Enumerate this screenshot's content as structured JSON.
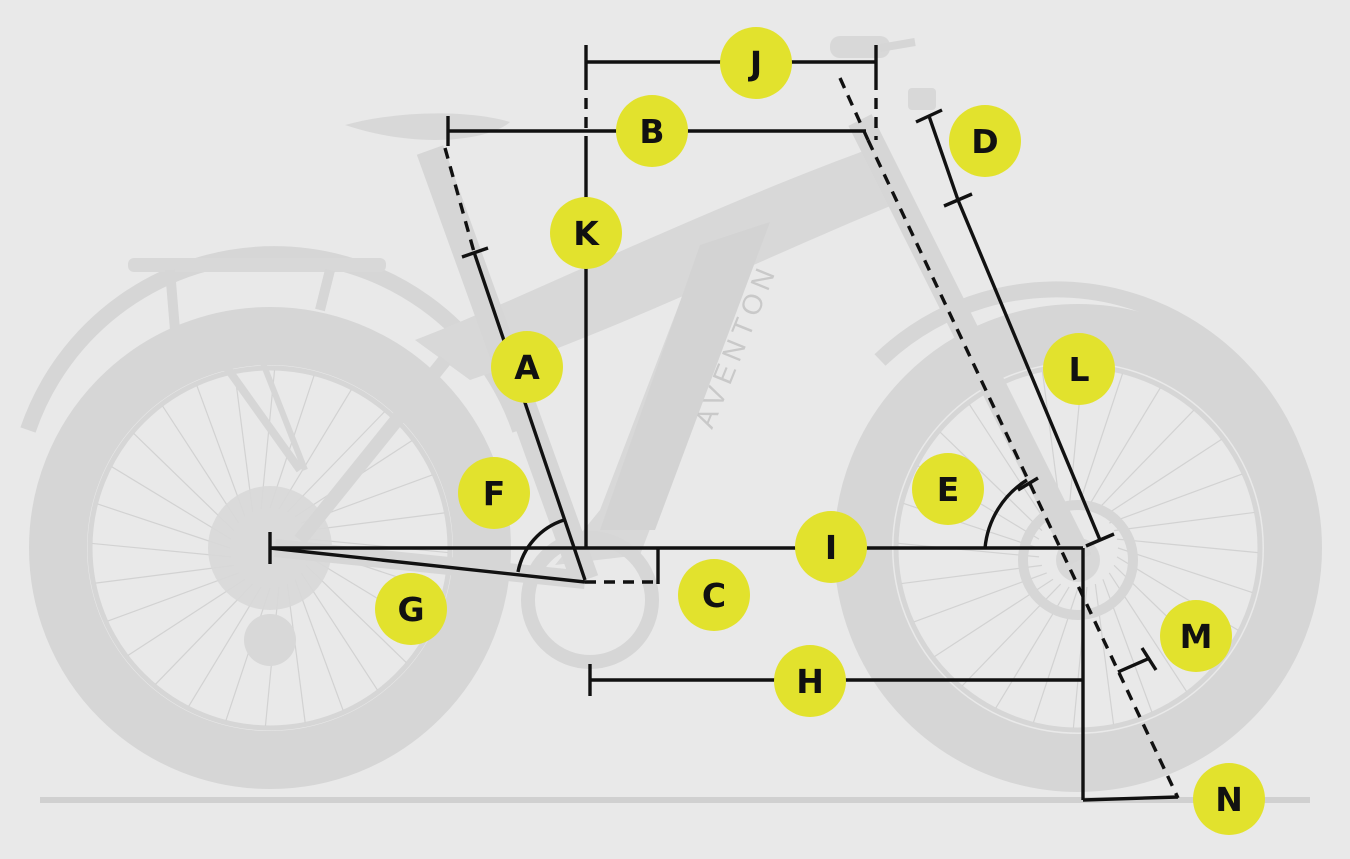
{
  "diagram": {
    "brand_text": "AVENTON",
    "labels": {
      "A": "A",
      "B": "B",
      "C": "C",
      "D": "D",
      "E": "E",
      "F": "F",
      "G": "G",
      "H": "H",
      "I": "I",
      "J": "J",
      "K": "K",
      "L": "L",
      "M": "M",
      "N": "N"
    },
    "colors": {
      "background": "#e9e9e9",
      "bike_silhouette": "#d6d6d6",
      "measure_lines": "#111111",
      "badge": "#e2e22d"
    }
  }
}
